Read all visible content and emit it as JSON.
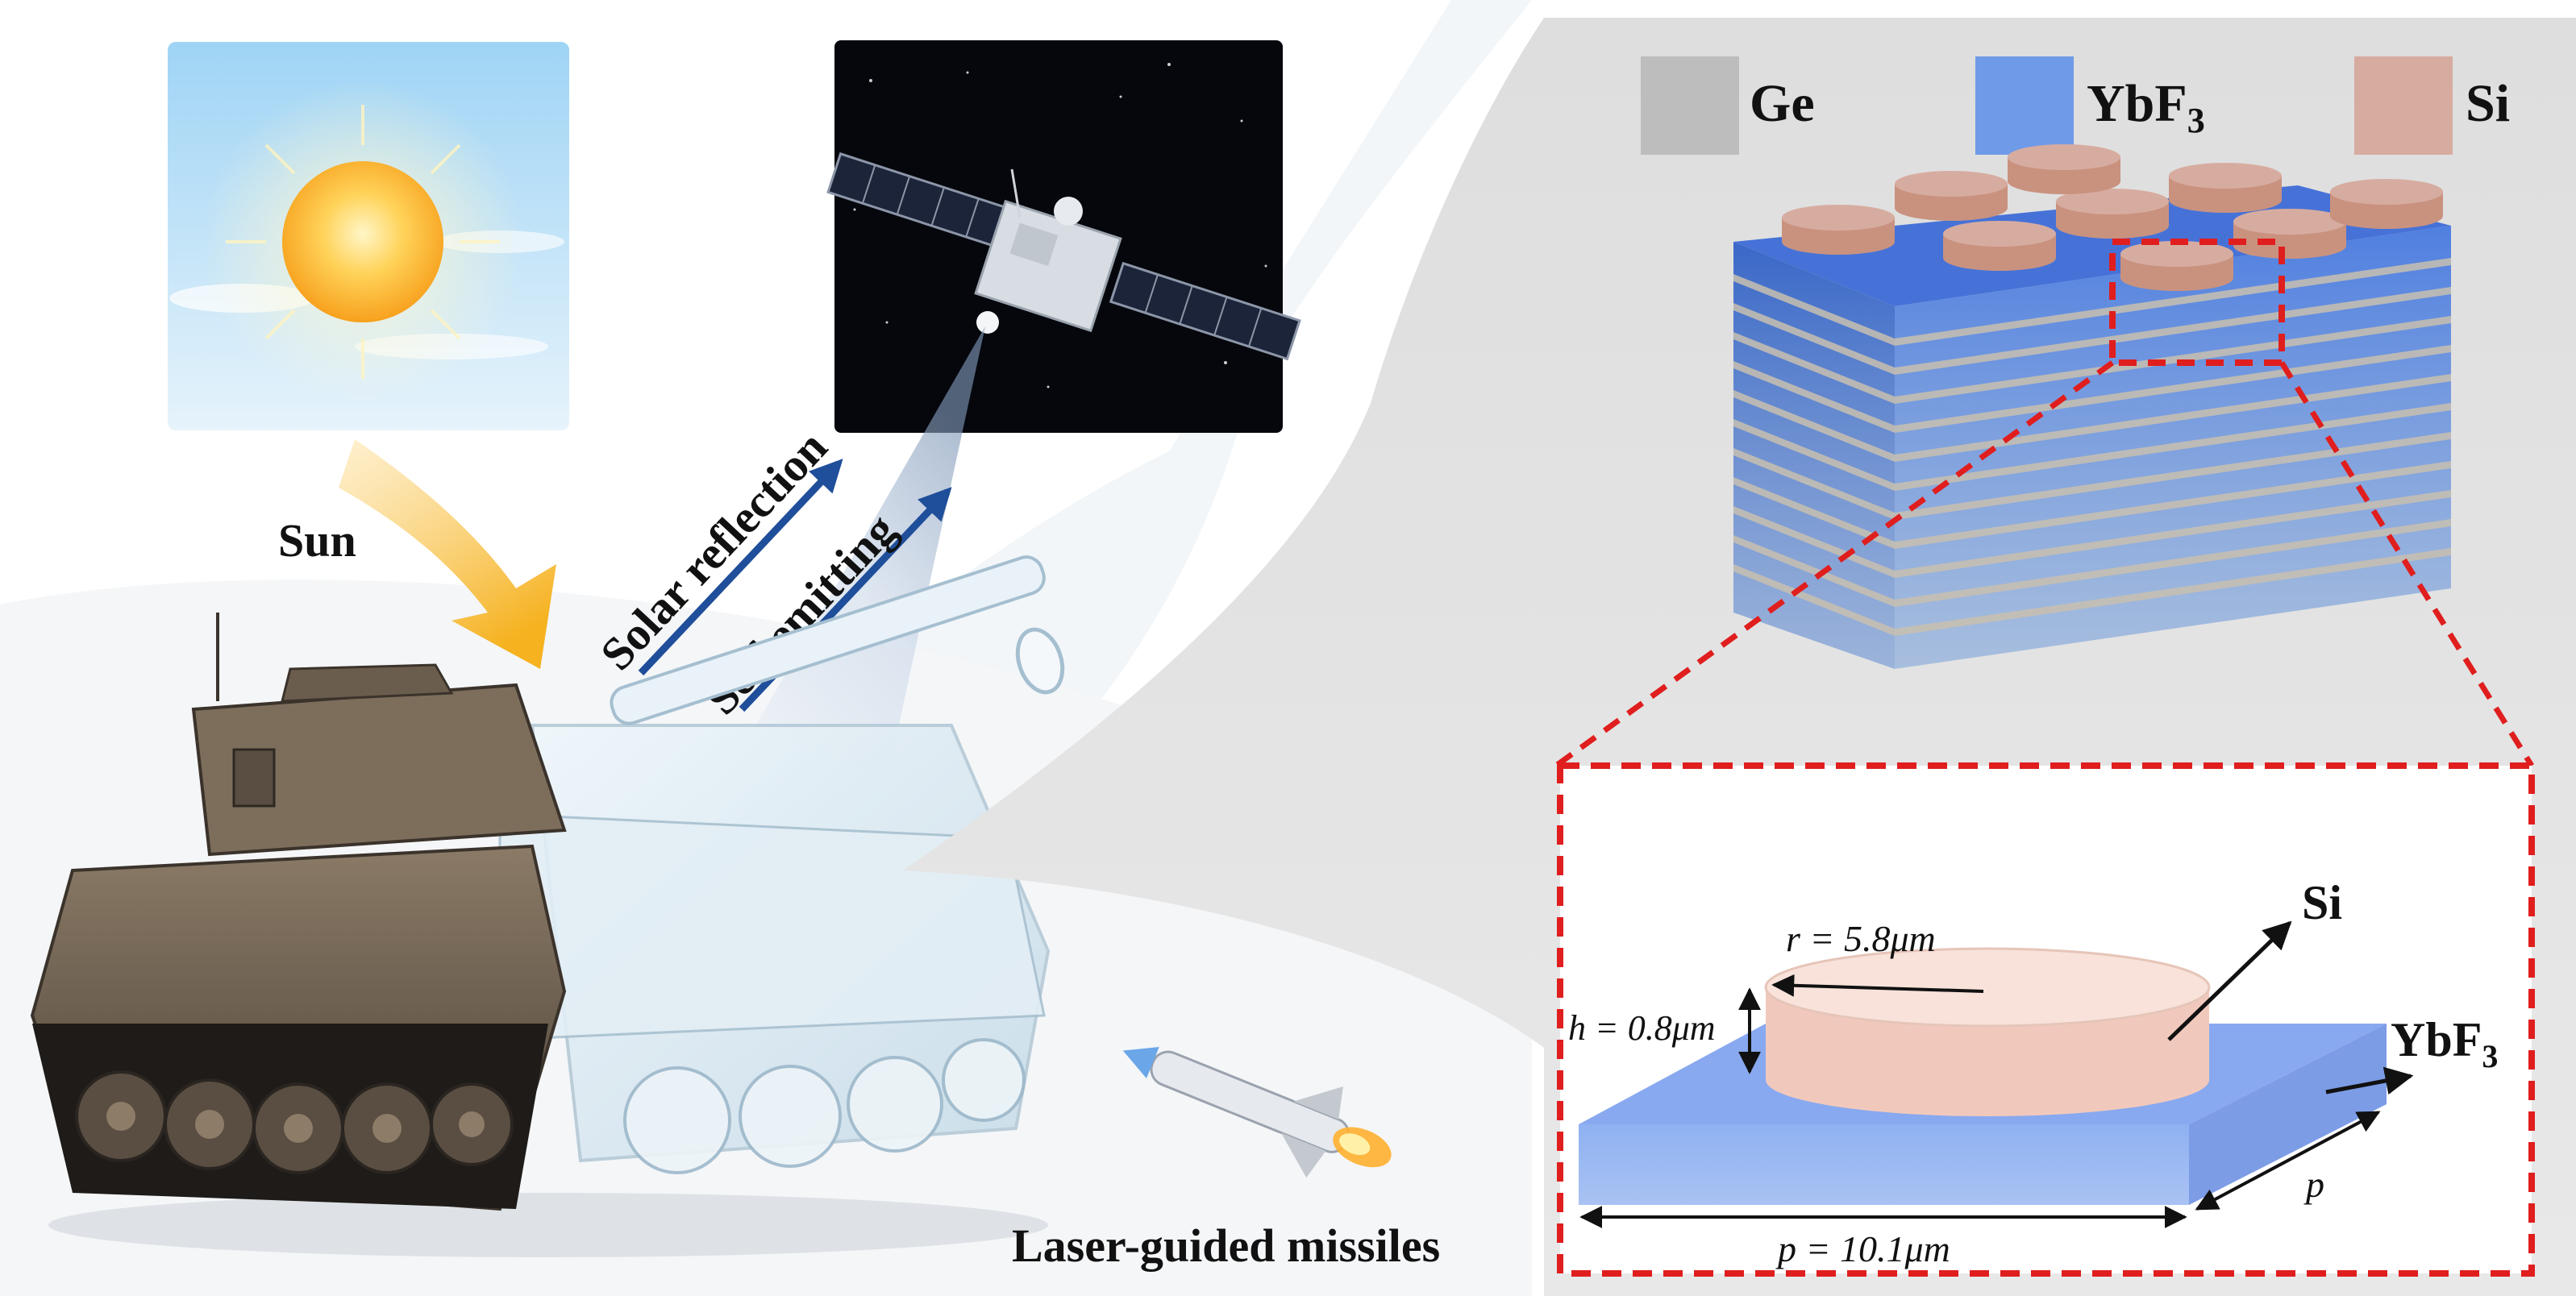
{
  "labels": {
    "sun": "Sun",
    "solar_reflection": "Solar reflection",
    "self_emitting": "Self emitting",
    "missiles": "Laser-guided missiles"
  },
  "legend": [
    {
      "name": "Ge",
      "color": "#bdbdbd"
    },
    {
      "name": "YbF",
      "sub": "3",
      "color": "#6f9ae8"
    },
    {
      "name": "Si",
      "color": "#d7aca0"
    }
  ],
  "unit_cell": {
    "radius": "r = 5.8μm",
    "height": "h = 0.8μm",
    "period": "p = 10.1μm",
    "period_side": "p",
    "si_label": "Si",
    "ybf3_label": "YbF",
    "ybf3_sub": "3"
  },
  "colors": {
    "panel_bg": "#e4e4e4",
    "ybf3": "#6f9ae8",
    "ge": "#c8c0b0",
    "si": "#d7aca0",
    "dashed_red": "#e01e1e",
    "arrow_blue": "#1f4e9a"
  }
}
